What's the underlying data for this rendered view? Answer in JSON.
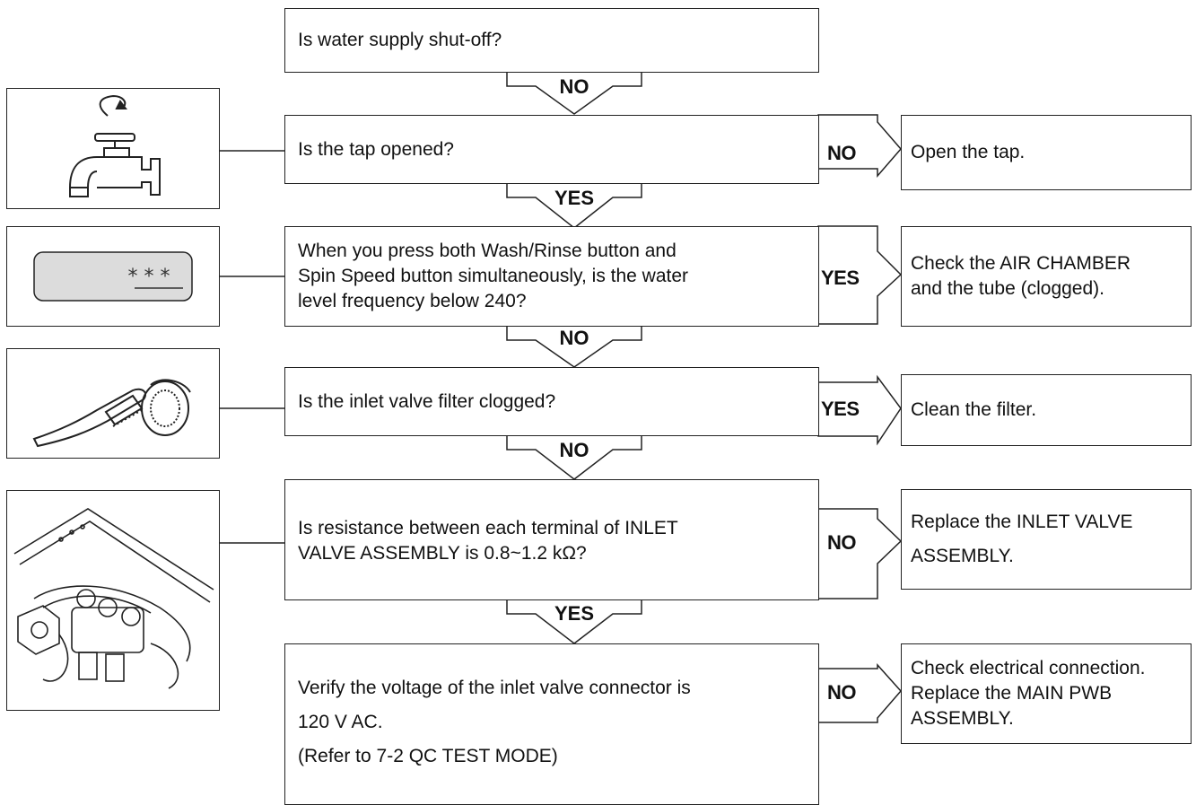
{
  "steps": {
    "s1": {
      "line1": "Is water supply shut-off?"
    },
    "s2": {
      "line1": "Is the tap opened?"
    },
    "s3": {
      "line1": "When you press both Wash/Rinse button and",
      "line2": "Spin Speed button simultaneously, is the water",
      "line3": "level frequency below 240?"
    },
    "s4": {
      "line1": "Is the inlet valve filter clogged?"
    },
    "s5": {
      "line1": "Is resistance between each terminal of INLET",
      "line2": "VALVE ASSEMBLY is 0.8~1.2 kΩ?"
    },
    "s6": {
      "line1": " Verify the voltage of the inlet valve connector is",
      "line2": "120 V AC.",
      "line3": "(Refer to 7-2 QC TEST MODE)"
    }
  },
  "down_labels": {
    "d1": "NO",
    "d2": "YES",
    "d3": "NO",
    "d4": "NO",
    "d5": "YES"
  },
  "side_labels": {
    "r2": "NO",
    "r3": "YES",
    "r4": "YES",
    "r5": "NO",
    "r6": "NO"
  },
  "results": {
    "r2": {
      "line1": "Open the tap."
    },
    "r3": {
      "line1": "Check the AIR CHAMBER",
      "line2": "and the tube (clogged)."
    },
    "r4": {
      "line1": "Clean the filter."
    },
    "r5": {
      "line1": "Replace the INLET VALVE",
      "line2": "ASSEMBLY."
    },
    "r6": {
      "line1": "Check electrical connection.",
      "line2": "Replace the MAIN PWB",
      "line3": "ASSEMBLY."
    }
  },
  "display_panel": {
    "digits": "* * *"
  },
  "icons": {
    "tap": "water-tap-icon",
    "panel": "display-panel-icon",
    "brush": "brush-filter-icon",
    "valve": "inlet-valve-assembly-icon"
  }
}
